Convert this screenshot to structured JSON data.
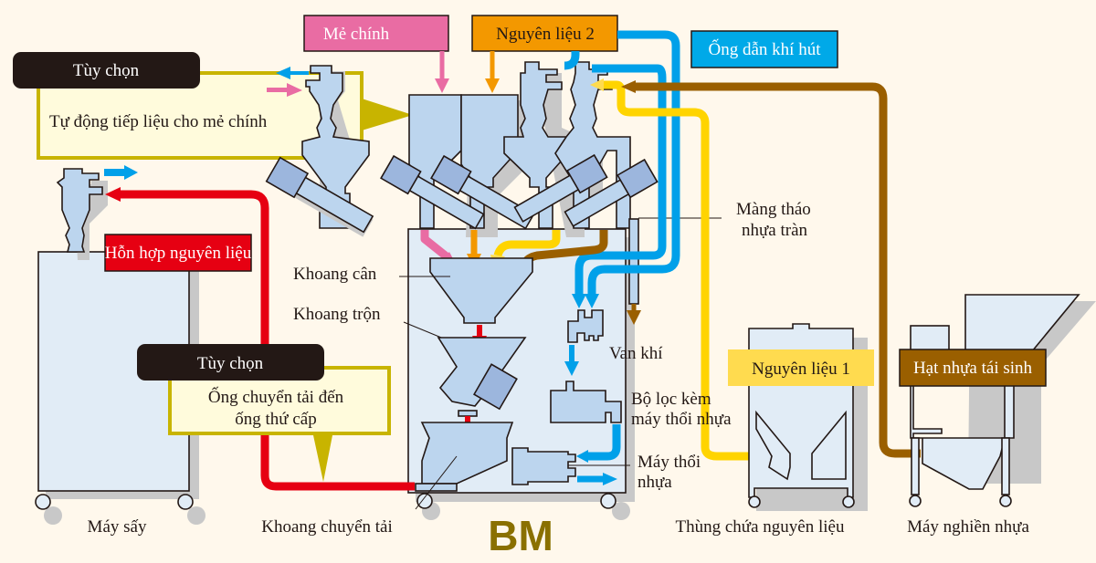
{
  "title": "BM",
  "colors": {
    "background": "#fff8ec",
    "main_batch": "#e96ca3",
    "material2": "#f39800",
    "suction_pipe": "#00a0e9",
    "material1": "#ffdb4f",
    "material1_pipe": "#ffd400",
    "regrind": "#9a5f00",
    "mixed_material": "#e60012",
    "option_header": "#231815",
    "option_box_fill": "#fffbdc",
    "option_box_border": "#c8b400",
    "equipment": "#bcd5ee",
    "brand": "#8a7000"
  },
  "labels": {
    "main_batch": "Mẻ chính",
    "material2": "Nguyên liệu 2",
    "suction_pipe": "Ống dẫn khí hút",
    "mixed_material": "Hỗn hợp nguyên liệu",
    "material1": "Nguyên liệu 1",
    "regrind": "Hạt nhựa tái sinh",
    "weighing_chamber": "Khoang cân",
    "mixing_chamber": "Khoang trộn",
    "overflow_damper_line1": "Màng tháo",
    "overflow_damper_line2": "nhựa tràn",
    "air_valve": "Van khí",
    "filter_line1": "Bộ lọc kèm",
    "filter_line2": "máy thổi nhựa",
    "blower_line1": "Máy thổi",
    "blower_line2": "nhựa",
    "dryer": "Máy sấy",
    "transport_chamber": "Khoang chuyển tải",
    "material_tank": "Thùng chứa nguyên liệu",
    "crusher": "Máy nghiền nhựa",
    "brand": "BM"
  },
  "options": [
    {
      "header": "Tùy chọn",
      "text_lines": [
        "Tự động tiếp liệu cho mẻ chính"
      ]
    },
    {
      "header": "Tùy chọn",
      "text_lines": [
        "Ống chuyển tải đến",
        "ống thứ cấp"
      ]
    }
  ]
}
